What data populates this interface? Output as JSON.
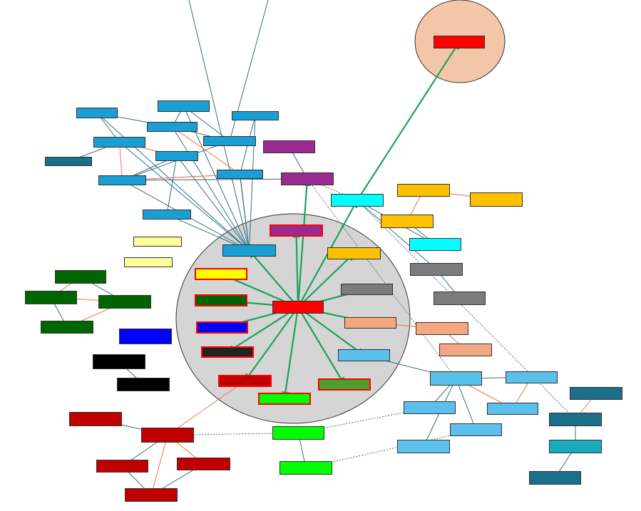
{
  "colors": {
    "edge_green": "#1aa35a",
    "edge_blue": "#2f6f86",
    "edge_orange": "#e8763a",
    "edge_dotted": "#2b5d6c",
    "center_circle": "#d5d5d5",
    "top_circle": "#f4c6a8"
  },
  "nodes": [
    {
      "id": "center",
      "text": "",
      "bg": "#ff0000",
      "fg": "#ffffff",
      "border": "#333"
    },
    {
      "id": "top-red",
      "text": "",
      "bg": "#ff0000",
      "fg": "#ffffff",
      "border": "#333"
    },
    {
      "id": "c-purple",
      "text": "",
      "bg": "#9b2a90",
      "fg": "#ffffff",
      "border": "#ff0000",
      "thick": true
    },
    {
      "id": "c-blue-top",
      "text": "",
      "bg": "#1a9fd4",
      "fg": "#ffffff",
      "border": "#333"
    },
    {
      "id": "c-yellow",
      "text": "",
      "bg": "#ffc000",
      "fg": "#333333",
      "border": "#333"
    },
    {
      "id": "c-yellow2",
      "text": "",
      "bg": "#ffff00",
      "fg": "#333333",
      "border": "#ff0000",
      "thick": true
    },
    {
      "id": "c-gray",
      "text": "",
      "bg": "#7b7b7b",
      "fg": "#ffffff",
      "border": "#333"
    },
    {
      "id": "c-darkgreen",
      "text": "",
      "bg": "#006400",
      "fg": "#ffffff",
      "border": "#ff0000",
      "thick": true
    },
    {
      "id": "c-blue",
      "text": "",
      "bg": "#0000ff",
      "fg": "#ffffff",
      "border": "#ff0000",
      "thick": true
    },
    {
      "id": "c-salmon",
      "text": "",
      "bg": "#f4a882",
      "fg": "#ffffff",
      "border": "#333"
    },
    {
      "id": "c-black",
      "text": "",
      "bg": "#222222",
      "fg": "#ffffff",
      "border": "#ff0000",
      "thick": true
    },
    {
      "id": "c-lightblue",
      "text": "",
      "bg": "#5bc0eb",
      "fg": "#ffffff",
      "border": "#333"
    },
    {
      "id": "c-darkred",
      "text": "",
      "bg": "#c00000",
      "fg": "#ffffff",
      "border": "#ff0000",
      "thick": true
    },
    {
      "id": "c-green-right",
      "text": "",
      "bg": "#4aa02c",
      "fg": "#ffffff",
      "border": "#ff0000",
      "thick": true
    },
    {
      "id": "c-lime",
      "text": "",
      "bg": "#00ff00",
      "fg": "#333333",
      "border": "#ff0000",
      "thick": true
    },
    {
      "id": "b1",
      "text": "",
      "bg": "#1a9fd4",
      "fg": "#ffffff",
      "border": "#333"
    },
    {
      "id": "b2",
      "text": "",
      "bg": "#1a9fd4",
      "fg": "#ffffff",
      "border": "#333"
    },
    {
      "id": "b3",
      "text": "",
      "bg": "#1a9fd4",
      "fg": "#ffffff",
      "border": "#333"
    },
    {
      "id": "b4",
      "text": "",
      "bg": "#1a9fd4",
      "fg": "#ffffff",
      "border": "#333"
    },
    {
      "id": "b5",
      "text": "",
      "bg": "#1a9fd4",
      "fg": "#ffffff",
      "border": "#333"
    },
    {
      "id": "b6",
      "text": "",
      "bg": "#1a9fd4",
      "fg": "#ffffff",
      "border": "#333"
    },
    {
      "id": "b7",
      "text": "",
      "bg": "#1a9fd4",
      "fg": "#ffffff",
      "border": "#333"
    },
    {
      "id": "b8",
      "text": "",
      "bg": "#1a9fd4",
      "fg": "#ffffff",
      "border": "#333"
    },
    {
      "id": "b9",
      "text": "",
      "bg": "#1a9fd4",
      "fg": "#ffffff",
      "border": "#333"
    },
    {
      "id": "b10",
      "text": "",
      "bg": "#1a9fd4",
      "fg": "#ffffff",
      "border": "#333"
    },
    {
      "id": "b11",
      "text": "",
      "bg": "#1a6f8a",
      "fg": "#ffffff",
      "border": "#333"
    },
    {
      "id": "b12",
      "text": "",
      "bg": "#1a9fd4",
      "fg": "#ffffff",
      "border": "#333"
    },
    {
      "id": "b13",
      "text": "",
      "bg": "#1aaabd",
      "fg": "#ffffff",
      "border": "#333"
    },
    {
      "id": "p1",
      "text": "",
      "bg": "#9b2a90",
      "fg": "#ffffff",
      "border": "#333"
    },
    {
      "id": "p2",
      "text": "",
      "bg": "#9b2a90",
      "fg": "#ffffff",
      "border": "#333"
    },
    {
      "id": "cy1",
      "text": "",
      "bg": "#00ffff",
      "fg": "#333333",
      "border": "#333"
    },
    {
      "id": "cy2",
      "text": "",
      "bg": "#00ffff",
      "fg": "#333333",
      "border": "#333"
    },
    {
      "id": "y1",
      "text": "",
      "bg": "#ffc000",
      "fg": "#333333",
      "border": "#333"
    },
    {
      "id": "y2",
      "text": "",
      "bg": "#ffc000",
      "fg": "#333333",
      "border": "#333"
    },
    {
      "id": "y3",
      "text": "",
      "bg": "#ffc000",
      "fg": "#333333",
      "border": "#333"
    },
    {
      "id": "g1",
      "text": "",
      "bg": "#7b7b7b",
      "fg": "#ffffff",
      "border": "#333"
    },
    {
      "id": "g2",
      "text": "",
      "bg": "#7b7b7b",
      "fg": "#ffffff",
      "border": "#333"
    },
    {
      "id": "s1",
      "text": "",
      "bg": "#f4a882",
      "fg": "#ffffff",
      "border": "#333"
    },
    {
      "id": "s2",
      "text": "",
      "bg": "#f4a882",
      "fg": "#ffffff",
      "border": "#333"
    },
    {
      "id": "lb1",
      "text": "",
      "bg": "#5bc0eb",
      "fg": "#ffffff",
      "border": "#333"
    },
    {
      "id": "lb2",
      "text": "",
      "bg": "#5bc0eb",
      "fg": "#ffffff",
      "border": "#333"
    },
    {
      "id": "lb3",
      "text": "",
      "bg": "#5bc0eb",
      "fg": "#ffffff",
      "border": "#333"
    },
    {
      "id": "lb4",
      "text": "",
      "bg": "#5bc0eb",
      "fg": "#ffffff",
      "border": "#333"
    },
    {
      "id": "lb5",
      "text": "",
      "bg": "#5bc0eb",
      "fg": "#ffffff",
      "border": "#333"
    },
    {
      "id": "lb6",
      "text": "",
      "bg": "#5bc0eb",
      "fg": "#ffffff",
      "border": "#333"
    },
    {
      "id": "t1",
      "text": "",
      "bg": "#1a6f8a",
      "fg": "#ffffff",
      "border": "#333"
    },
    {
      "id": "t2",
      "text": "",
      "bg": "#1a6f8a",
      "fg": "#ffffff",
      "border": "#333"
    },
    {
      "id": "t3",
      "text": "",
      "bg": "#1aaabd",
      "fg": "#ffffff",
      "border": "#333"
    },
    {
      "id": "t4",
      "text": "",
      "bg": "#1a6f8a",
      "fg": "#ffffff",
      "border": "#333"
    },
    {
      "id": "ly1",
      "text": "",
      "bg": "#ffff99",
      "fg": "#333333",
      "border": "#333"
    },
    {
      "id": "ly2",
      "text": "",
      "bg": "#ffff99",
      "fg": "#333333",
      "border": "#333"
    },
    {
      "id": "dg1",
      "text": "",
      "bg": "#006400",
      "fg": "#ffffff",
      "border": "#333"
    },
    {
      "id": "dg2",
      "text": "",
      "bg": "#006400",
      "fg": "#ffffff",
      "border": "#333"
    },
    {
      "id": "dg3",
      "text": "",
      "bg": "#006400",
      "fg": "#ffffff",
      "border": "#333"
    },
    {
      "id": "dg4",
      "text": "",
      "bg": "#006400",
      "fg": "#ffffff",
      "border": "#333"
    },
    {
      "id": "bl1",
      "text": "",
      "bg": "#0000ff",
      "fg": "#ffffff",
      "border": "#333"
    },
    {
      "id": "k1",
      "text": "",
      "bg": "#000000",
      "fg": "#ffffff",
      "border": "#333"
    },
    {
      "id": "k2",
      "text": "",
      "bg": "#000000",
      "fg": "#ffffff",
      "border": "#333"
    },
    {
      "id": "r1",
      "text": "",
      "bg": "#c00000",
      "fg": "#ffffff",
      "border": "#333"
    },
    {
      "id": "r2",
      "text": "",
      "bg": "#c00000",
      "fg": "#ffffff",
      "border": "#333"
    },
    {
      "id": "r3",
      "text": "",
      "bg": "#c00000",
      "fg": "#ffffff",
      "border": "#333"
    },
    {
      "id": "r4",
      "text": "",
      "bg": "#c00000",
      "fg": "#ffffff",
      "border": "#333"
    },
    {
      "id": "r5",
      "text": "",
      "bg": "#c00000",
      "fg": "#ffffff",
      "border": "#333"
    },
    {
      "id": "lg1",
      "text": "",
      "bg": "#00ff00",
      "fg": "#333333",
      "border": "#333"
    },
    {
      "id": "lg2",
      "text": "",
      "bg": "#00ff00",
      "fg": "#333333",
      "border": "#333"
    }
  ],
  "edges": [
    {
      "from": "center",
      "to": "c-purple",
      "kind": "green"
    },
    {
      "from": "center",
      "to": "c-blue-top",
      "kind": "green"
    },
    {
      "from": "center",
      "to": "c-yellow",
      "kind": "green"
    },
    {
      "from": "center",
      "to": "c-yellow2",
      "kind": "green"
    },
    {
      "from": "center",
      "to": "c-gray",
      "kind": "green"
    },
    {
      "from": "center",
      "to": "c-darkgreen",
      "kind": "green"
    },
    {
      "from": "center",
      "to": "c-blue",
      "kind": "green"
    },
    {
      "from": "center",
      "to": "c-salmon",
      "kind": "green"
    },
    {
      "from": "center",
      "to": "c-black",
      "kind": "green"
    },
    {
      "from": "center",
      "to": "c-lightblue",
      "kind": "green"
    },
    {
      "from": "center",
      "to": "c-darkred",
      "kind": "green"
    },
    {
      "from": "center",
      "to": "c-green-right",
      "kind": "green"
    },
    {
      "from": "center",
      "to": "c-lime",
      "kind": "green"
    },
    {
      "from": "center",
      "to": "cy1",
      "kind": "green"
    },
    {
      "from": "center",
      "to": "p2",
      "kind": "green"
    },
    {
      "from": "cy1",
      "to": "top-red",
      "kind": "green"
    },
    {
      "from": "c-blue-top",
      "to": "b1",
      "kind": "blue"
    },
    {
      "from": "c-blue-top",
      "to": "b2",
      "kind": "blue"
    },
    {
      "from": "c-blue-top",
      "to": "b3",
      "kind": "blue"
    },
    {
      "from": "c-blue-top",
      "to": "b4",
      "kind": "blue"
    },
    {
      "from": "c-blue-top",
      "to": "b5",
      "kind": "blue"
    },
    {
      "from": "c-blue-top",
      "to": "b6",
      "kind": "blue"
    },
    {
      "from": "c-blue-top",
      "to": "b8",
      "kind": "blue"
    },
    {
      "from": "c-blue-top",
      "to": "b9",
      "kind": "blue"
    },
    {
      "from": "c-blue-top",
      "to": "b10",
      "kind": "blue"
    },
    {
      "from": "c-blue-top",
      "to": "b12",
      "kind": "blue"
    },
    {
      "from": "c-blue-top",
      "to": "b13",
      "kind": "blue"
    },
    {
      "from": "b1",
      "to": "b3",
      "kind": "blue"
    },
    {
      "from": "b1",
      "to": "b5",
      "kind": "blue"
    },
    {
      "from": "b2",
      "to": "b3",
      "kind": "blue"
    },
    {
      "from": "b2",
      "to": "b7",
      "kind": "blue"
    },
    {
      "from": "b3",
      "to": "b7",
      "kind": "blue"
    },
    {
      "from": "b4",
      "to": "b8",
      "kind": "blue"
    },
    {
      "from": "b5",
      "to": "b11",
      "kind": "blue"
    },
    {
      "from": "b5",
      "to": "b6",
      "kind": "orange"
    },
    {
      "from": "b5",
      "to": "b9",
      "kind": "orange"
    },
    {
      "from": "b6",
      "to": "b9",
      "kind": "blue"
    },
    {
      "from": "b7",
      "to": "b9",
      "kind": "blue"
    },
    {
      "from": "b8",
      "to": "b9",
      "kind": "orange"
    },
    {
      "from": "b3",
      "to": "b13",
      "kind": "orange"
    },
    {
      "from": "b12",
      "to": "b13",
      "kind": "blue"
    },
    {
      "from": "b10",
      "to": "b6",
      "kind": "blue"
    },
    {
      "from": "b9",
      "to": "b13",
      "kind": "orange"
    },
    {
      "from": "top-left-a",
      "to": "c-blue-top",
      "kind": "blue"
    },
    {
      "from": "top-left-b",
      "to": "b7",
      "kind": "blue"
    },
    {
      "from": "p1",
      "to": "p2",
      "kind": "blue"
    },
    {
      "from": "p2",
      "to": "cy1",
      "kind": "dotted"
    },
    {
      "from": "b9",
      "to": "p2",
      "kind": "blue"
    },
    {
      "from": "cy1",
      "to": "cy2",
      "kind": "blue"
    },
    {
      "from": "y1",
      "to": "y2",
      "kind": "orange"
    },
    {
      "from": "y1",
      "to": "y3",
      "kind": "orange"
    },
    {
      "from": "y3",
      "to": "cy2",
      "kind": "blue"
    },
    {
      "from": "cy1",
      "to": "g1",
      "kind": "blue"
    },
    {
      "from": "g1",
      "to": "g2",
      "kind": "blue"
    },
    {
      "from": "c-salmon",
      "to": "s1",
      "kind": "orange"
    },
    {
      "from": "s1",
      "to": "s2",
      "kind": "orange"
    },
    {
      "from": "c-lightblue",
      "to": "lb1",
      "kind": "blue"
    },
    {
      "from": "lb1",
      "to": "lb2",
      "kind": "blue"
    },
    {
      "from": "lb1",
      "to": "lb3",
      "kind": "orange"
    },
    {
      "from": "lb1",
      "to": "lb4",
      "kind": "blue"
    },
    {
      "from": "lb1",
      "to": "lb5",
      "kind": "blue"
    },
    {
      "from": "lb1",
      "to": "lb6",
      "kind": "blue"
    },
    {
      "from": "lb2",
      "to": "lb3",
      "kind": "orange"
    },
    {
      "from": "t1",
      "to": "t2",
      "kind": "orange"
    },
    {
      "from": "t2",
      "to": "t3",
      "kind": "blue"
    },
    {
      "from": "t3",
      "to": "t4",
      "kind": "blue"
    },
    {
      "from": "cy1",
      "to": "t2",
      "kind": "dotted"
    },
    {
      "from": "p2",
      "to": "lb1",
      "kind": "dotted"
    },
    {
      "from": "dg1",
      "to": "dg2",
      "kind": "orange"
    },
    {
      "from": "dg1",
      "to": "dg3",
      "kind": "blue"
    },
    {
      "from": "dg2",
      "to": "dg3",
      "kind": "orange"
    },
    {
      "from": "dg2",
      "to": "dg4",
      "kind": "blue"
    },
    {
      "from": "dg3",
      "to": "dg4",
      "kind": "orange"
    },
    {
      "from": "k1",
      "to": "k2",
      "kind": "blue"
    },
    {
      "from": "c-darkred",
      "to": "r2",
      "kind": "orange"
    },
    {
      "from": "r1",
      "to": "r2",
      "kind": "blue"
    },
    {
      "from": "r2",
      "to": "r3",
      "kind": "blue"
    },
    {
      "from": "r2",
      "to": "r4",
      "kind": "orange"
    },
    {
      "from": "r2",
      "to": "r5",
      "kind": "orange"
    },
    {
      "from": "r3",
      "to": "r5",
      "kind": "blue"
    },
    {
      "from": "r4",
      "to": "r5",
      "kind": "blue"
    },
    {
      "from": "r2",
      "to": "lg1",
      "kind": "dotted"
    },
    {
      "from": "lg1",
      "to": "lg2",
      "kind": "blue"
    },
    {
      "from": "lg2",
      "to": "lb5",
      "kind": "dotted"
    },
    {
      "from": "lg1",
      "to": "lb4",
      "kind": "dotted"
    }
  ]
}
